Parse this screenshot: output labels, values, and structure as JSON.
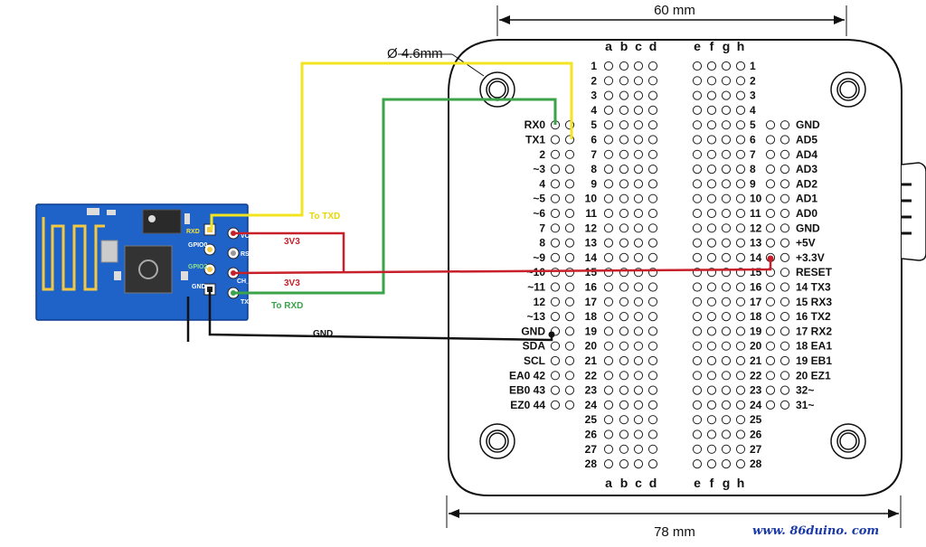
{
  "dimensions": {
    "top": "60 mm",
    "bottom": "78 mm",
    "hole": "Ø 4.6mm"
  },
  "columns": {
    "left": [
      "a",
      "b",
      "c",
      "d"
    ],
    "right": [
      "e",
      "f",
      "g",
      "h"
    ]
  },
  "row_numbers": [
    "1",
    "2",
    "3",
    "4",
    "5",
    "6",
    "7",
    "8",
    "9",
    "10",
    "11",
    "12",
    "13",
    "14",
    "15",
    "16",
    "17",
    "18",
    "19",
    "20",
    "21",
    "22",
    "23",
    "24",
    "25",
    "26",
    "27",
    "28"
  ],
  "left_header_pins": [
    "RX0",
    "TX1",
    "2",
    "~3",
    "4",
    "~5",
    "~6",
    "7",
    "8",
    "~9",
    "~10",
    "~11",
    "12",
    "~13",
    "GND",
    "SDA",
    "SCL",
    "EA0 42",
    "EB0 43",
    "EZ0 44"
  ],
  "right_header_pins": [
    "GND",
    "AD5",
    "AD4",
    "AD3",
    "AD2",
    "AD1",
    "AD0",
    "GND",
    "+5V",
    "+3.3V",
    "RESET",
    "14 TX3",
    "15 RX3",
    "16 TX2",
    "17 RX2",
    "18 EA1",
    "19 EB1",
    "20 EZ1",
    "32~",
    "31~"
  ],
  "module_pins": {
    "left": [
      "RXD",
      "GPIO0",
      "GPIO2",
      "GND"
    ],
    "right": [
      "VCC",
      "RST",
      "CH_PD",
      "TXD"
    ]
  },
  "wire_labels": {
    "to_txd": "To TXD",
    "to_rxd": "To RXD",
    "v3_top": "3V3",
    "v3_bottom": "3V3",
    "gnd": "GND"
  },
  "colors": {
    "yellow": "#f2e421",
    "green": "#3ba34a",
    "red": "#c8202a",
    "black": "#111111",
    "module_blue": "#1f63c9"
  },
  "watermark": "www. 86duino. com"
}
